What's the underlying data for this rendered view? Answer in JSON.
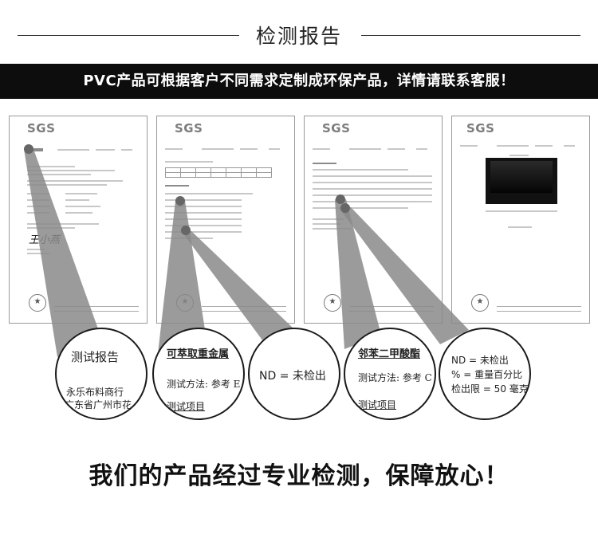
{
  "header": {
    "title": "检测报告"
  },
  "banner": {
    "text": "PVC产品可根据客户不同需求定制成环保产品，详情请联系客服！"
  },
  "documents": [
    {
      "logo": "SGS",
      "signature": "王小燕"
    },
    {
      "logo": "SGS"
    },
    {
      "logo": "SGS"
    },
    {
      "logo": "SGS"
    }
  ],
  "magnifiers": [
    {
      "line1": "测试报告",
      "line2": "永乐布料商行",
      "line3": "广东省广州市花"
    },
    {
      "line1": "可萃取重金属",
      "line2": "测试方法: 参考 E",
      "line3": "测试项目"
    },
    {
      "line1": "ND = 未检出"
    },
    {
      "line1": "邻苯二甲酸酯",
      "line2": "测试方法:  参考 C",
      "line3": "测试项目"
    },
    {
      "line1": "ND = 未检出",
      "line2": "% = 重量百分比",
      "line3": "检出限 = 50 毫克"
    }
  ],
  "footer": {
    "slogan": "我们的产品经过专业检测，保障放心！"
  }
}
